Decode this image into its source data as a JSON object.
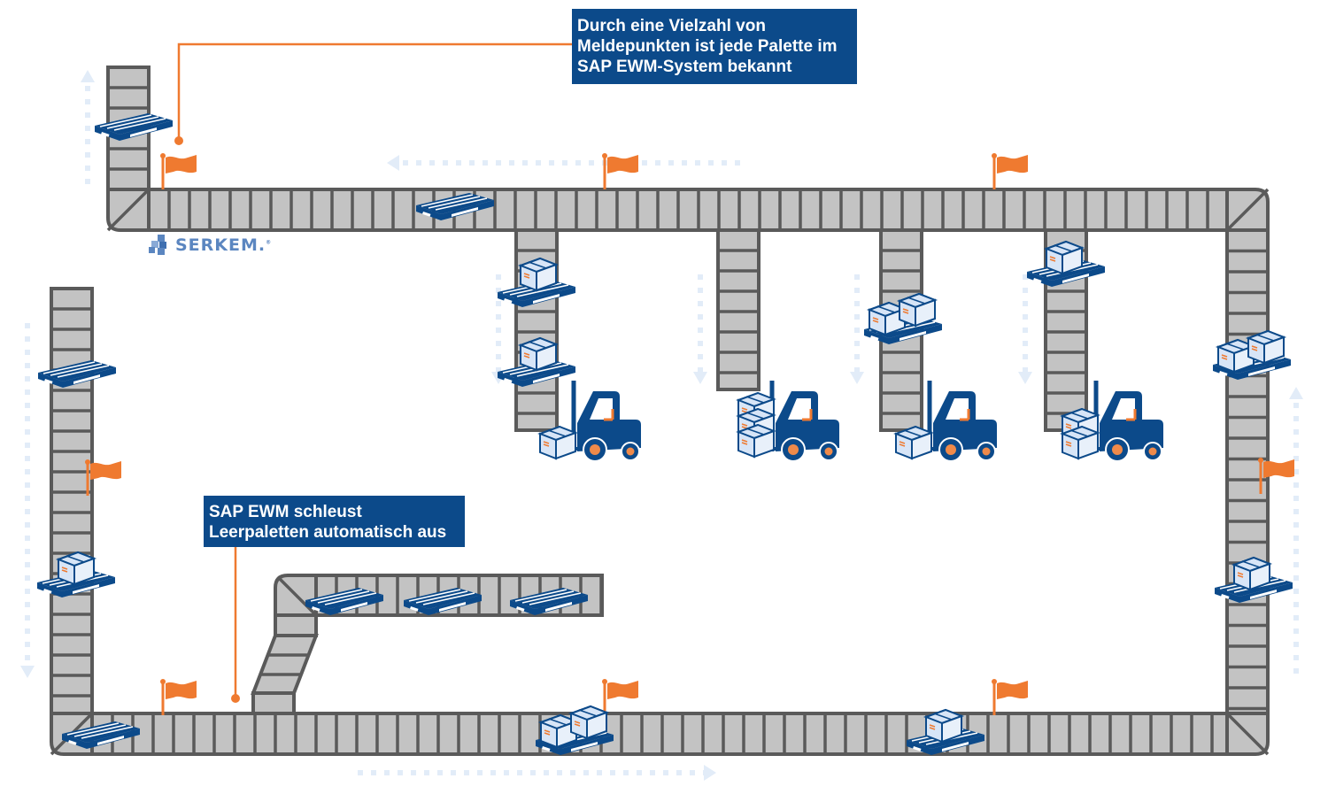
{
  "diagram": {
    "title": "Pallet conveyor system tracked by SAP EWM",
    "colors": {
      "conveyor_fill": "#c3c3c3",
      "conveyor_stroke": "#5a5a5a",
      "pallet_blue": "#0c4a8a",
      "box_fill": "#d7e5f7",
      "flag_orange": "#ef7a30",
      "arrow_light": "#e2ecf8",
      "callout_bg": "#0c4a8a",
      "callout_text": "#ffffff",
      "logo_blue": "#5b86c0"
    },
    "callouts": [
      {
        "id": "reporting-points",
        "lines": [
          "Durch eine Vielzahl von",
          "Meldepunkten ist jede Palette im",
          "SAP EWM-System bekannt"
        ]
      },
      {
        "id": "empty-pallets",
        "lines": [
          "SAP EWM schleust",
          "Leerpaletten automatisch aus"
        ]
      }
    ],
    "logo": {
      "text": "SERKEM",
      "suffix": ".",
      "mark": "®"
    },
    "elements": {
      "reporting_point_flags": 8,
      "forklifts": 4,
      "branch_conveyors": 4,
      "empty_pallets_on_outfeed": 3,
      "flow_arrows": [
        "left (top line)",
        "right (bottom line)",
        "up (left entry)",
        "down (left line)",
        "up (right line)",
        "down (branches)"
      ]
    }
  }
}
